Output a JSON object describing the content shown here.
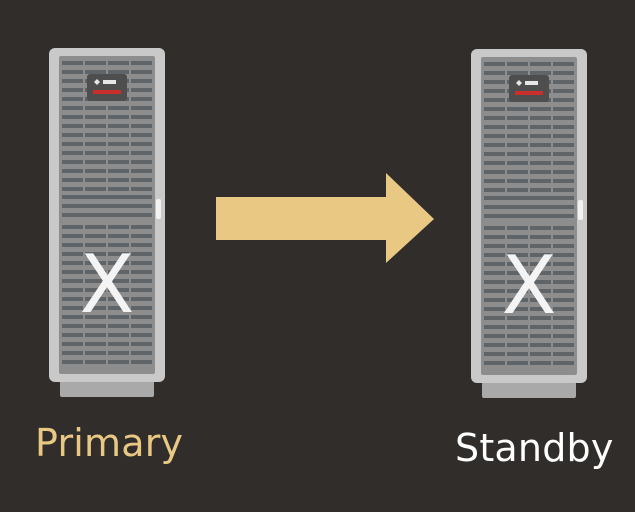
{
  "diagram": {
    "primary": {
      "label": "Primary",
      "rack_mark": "X"
    },
    "standby": {
      "label": "Standby",
      "rack_mark": "X"
    },
    "direction": "primary-to-standby"
  },
  "colors": {
    "background": "#302d2b",
    "rack_frame": "#c9c9c9",
    "rack_panel": "#8d8d8d",
    "rack_slot": "#5f6468",
    "status_red": "#c9302c",
    "arrow": "#e9c883",
    "primary_text": "#e9c883",
    "standby_text": "#ffffff"
  },
  "icons": {
    "rack": "server-rack-icon",
    "arrow": "right-arrow-icon"
  }
}
